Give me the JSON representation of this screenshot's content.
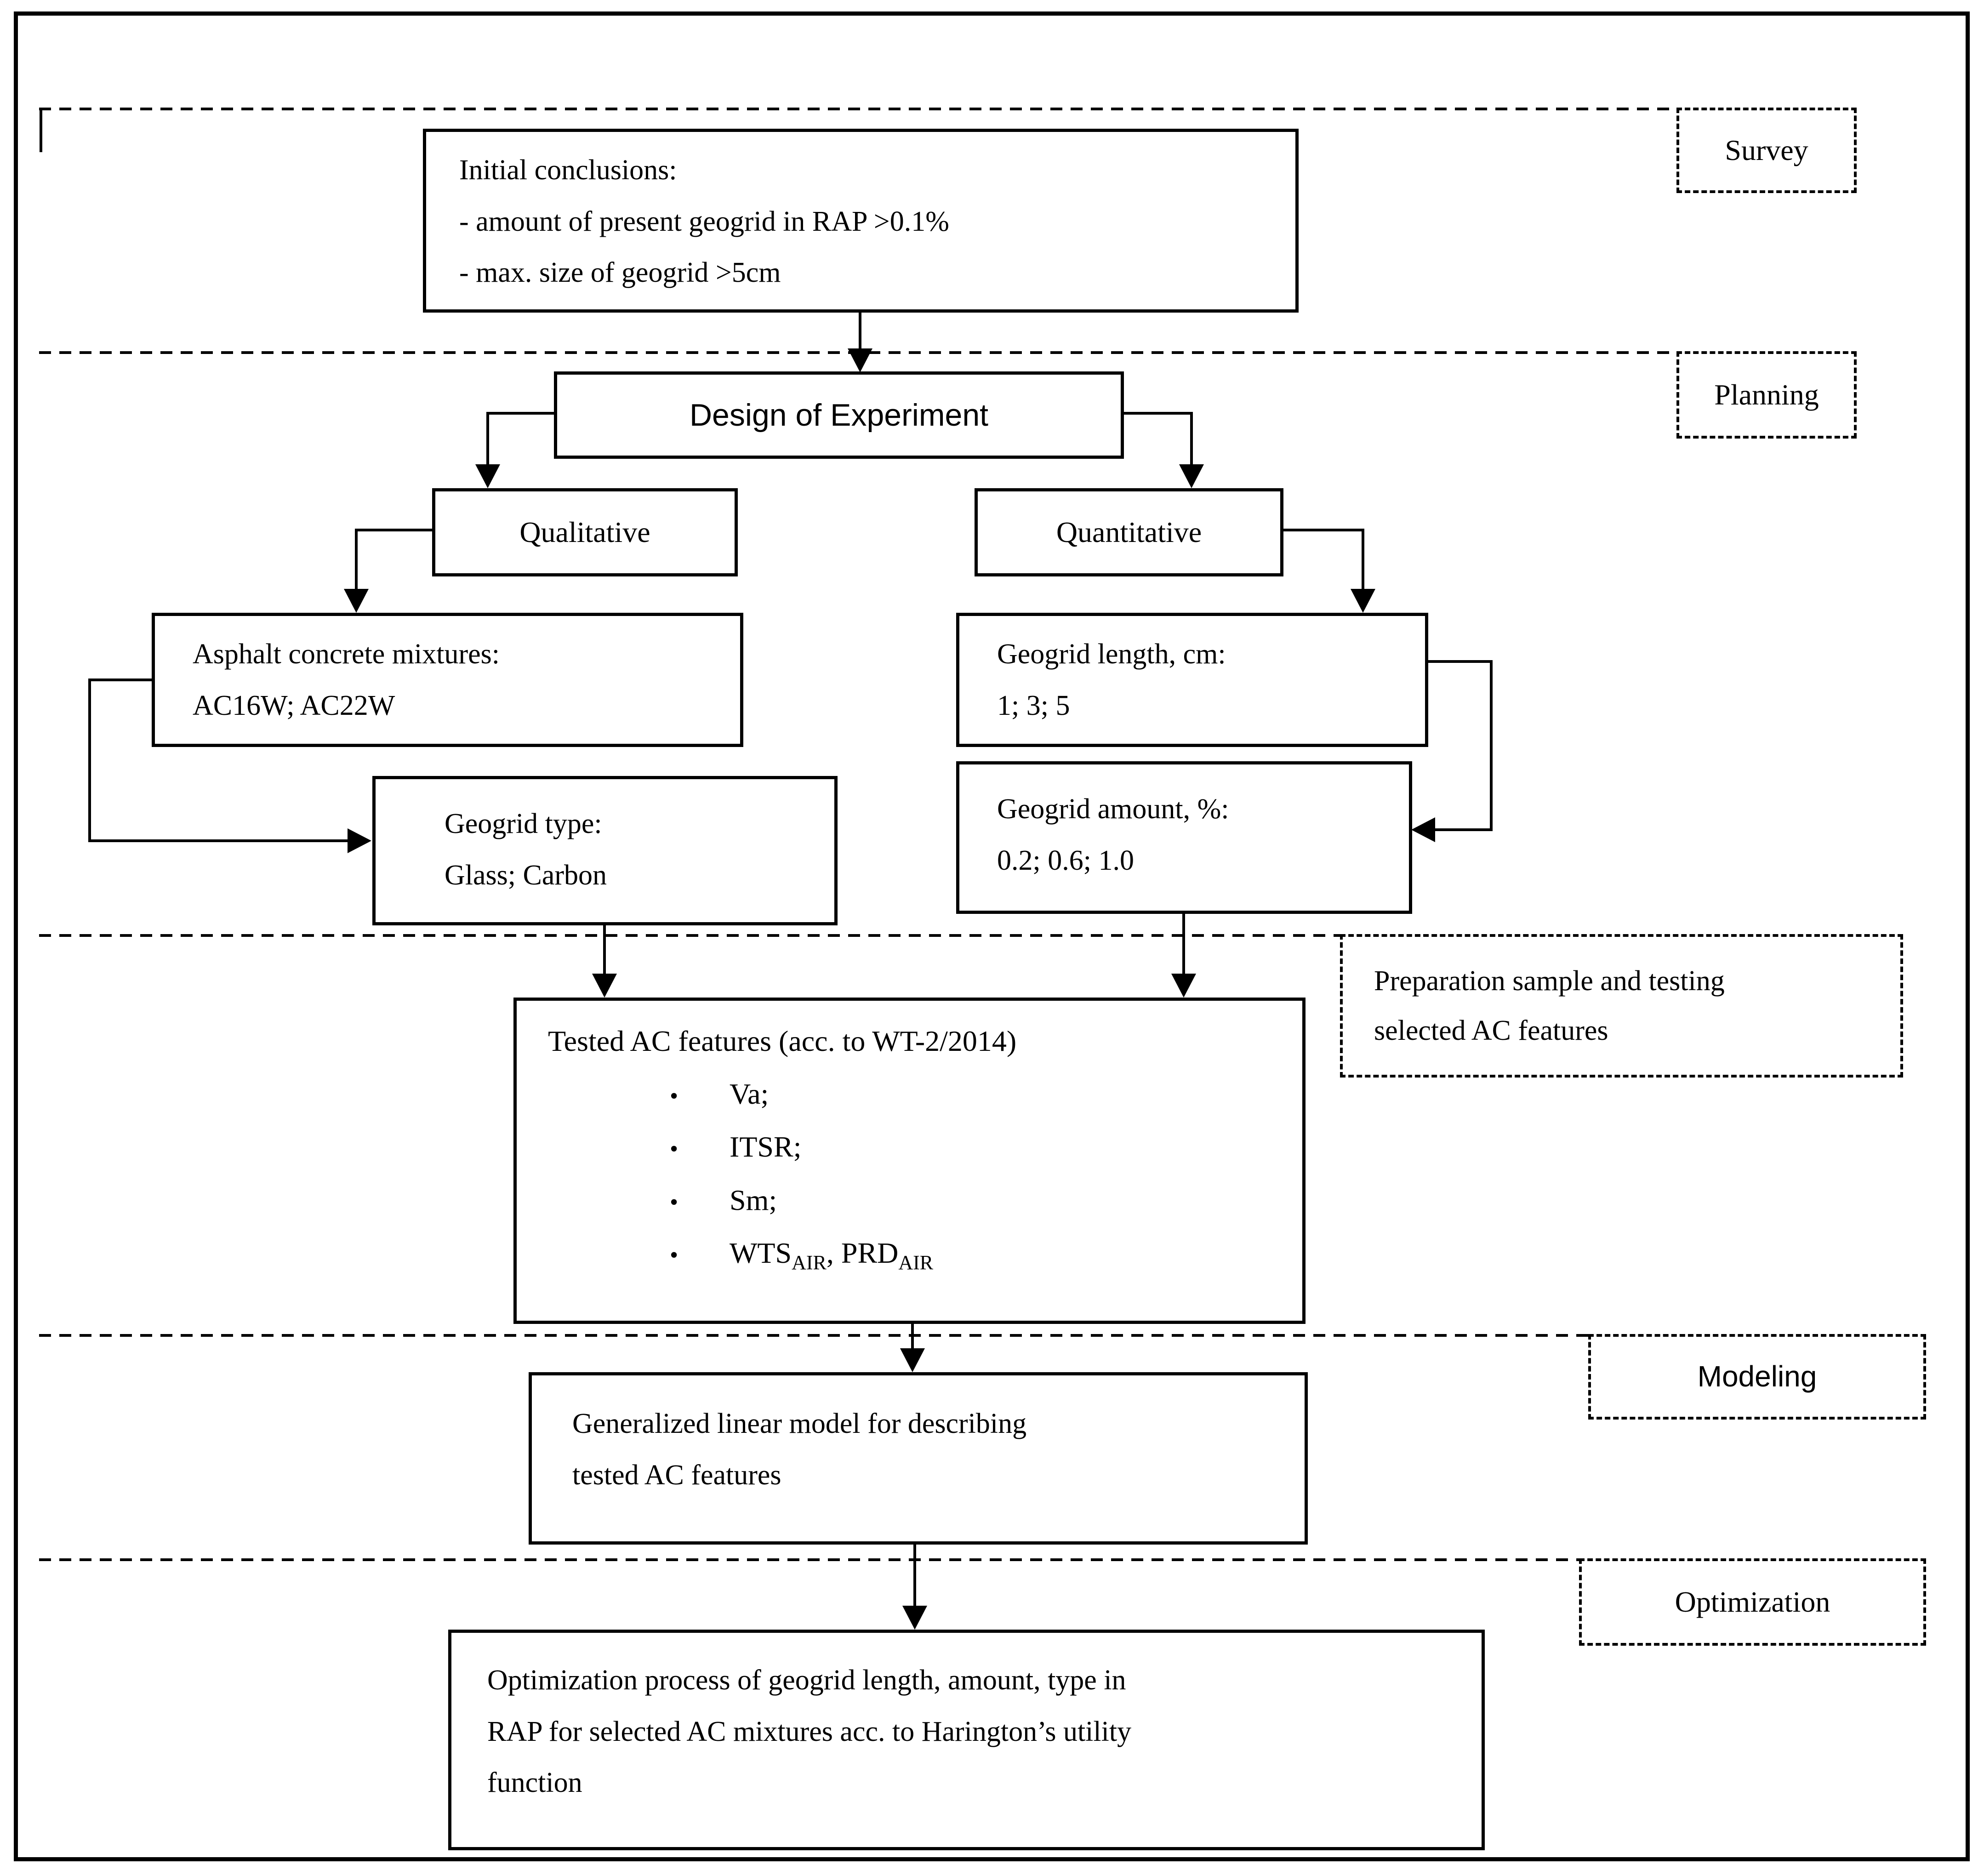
{
  "colors": {
    "ink": "#000000",
    "background": "#ffffff"
  },
  "sections": {
    "survey_label": "Survey",
    "planning_label": "Planning",
    "preparation_line1": "Preparation sample and testing",
    "preparation_line2": "selected AC features",
    "modeling_label": "Modeling",
    "optimization_label": "Optimization"
  },
  "boxes": {
    "initial_conclusions": {
      "line1": "Initial conclusions:",
      "line2": "- amount of present  geogrid in RAP >0.1%",
      "line3": "- max. size of geogrid >5cm"
    },
    "design_of_experiment": {
      "title": "Design of Experiment"
    },
    "qualitative": {
      "title": "Qualitative"
    },
    "quantitative": {
      "title": "Quantitative"
    },
    "asphalt_mixtures": {
      "line1": "Asphalt concrete mixtures:",
      "line2": "AC16W; AC22W"
    },
    "geogrid_length": {
      "line1": "Geogrid length, cm:",
      "line2": "1; 3; 5"
    },
    "geogrid_type": {
      "line1": "Geogrid type:",
      "line2": "Glass; Carbon"
    },
    "geogrid_amount": {
      "line1": "Geogrid amount, %:",
      "line2": "0.2; 0.6; 1.0"
    },
    "tested_ac": {
      "title": "Tested AC features (acc. to WT-2/2014)",
      "bullet": "•",
      "items": [
        "Va;",
        "ITSR;",
        "Sm;"
      ],
      "last_item_pre": "WTS",
      "last_item_sub1": "AIR",
      "last_item_mid": ", PRD",
      "last_item_sub2": "AIR"
    },
    "glm": {
      "line1": "Generalized linear model for describing",
      "line2": "tested AC features"
    },
    "optimization_process": {
      "line1": "Optimization process of geogrid length, amount, type in",
      "line2": "RAP for selected AC mixtures acc. to Harington’s utility",
      "line3": "function"
    }
  }
}
